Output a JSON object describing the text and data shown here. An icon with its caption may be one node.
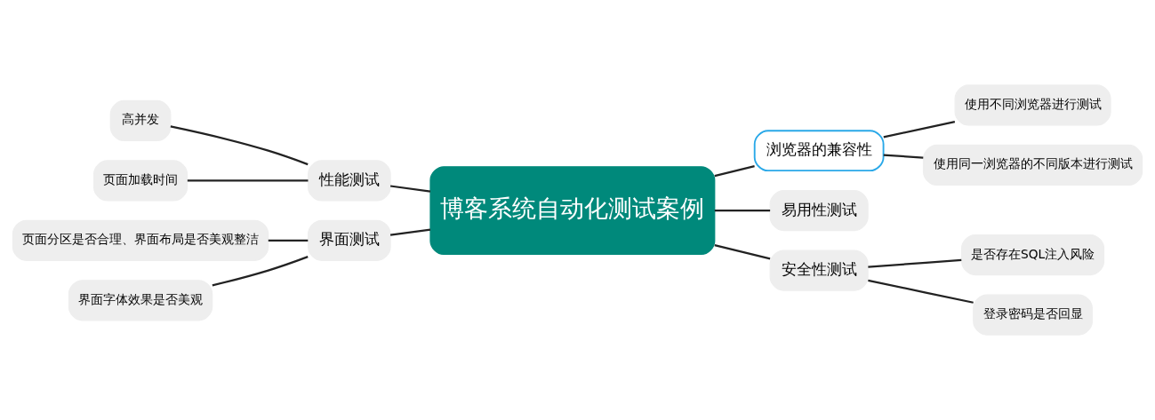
{
  "diagram": {
    "nodes": [
      {
        "text": [
          "博客系统自动化测试案例"
        ]
      },
      {
        "text": [
          "浏览器的兼容性"
        ]
      },
      {
        "text": [
          "使用不同浏览器进行测试"
        ]
      },
      {
        "text": [
          "使用同一浏览器的不同版本进行测试"
        ]
      },
      {
        "text": [
          "易用性测试"
        ]
      },
      {
        "text": [
          "安全性测试"
        ]
      },
      {
        "text": [
          "是否存在SQL注入风险"
        ]
      },
      {
        "text": [
          "登录密码是否回显"
        ]
      },
      {
        "text": [
          "性能测试"
        ]
      },
      {
        "text": [
          "高并发"
        ]
      },
      {
        "text": [
          "页面加载时间"
        ]
      },
      {
        "text": [
          "界面测试"
        ]
      },
      {
        "text": [
          "页面分区是否合理、界面布局是否美观整洁"
        ]
      },
      {
        "text": [
          "界面字体效果是否美观"
        ]
      }
    ],
    "edges": [
      {
        "from": 0,
        "to": 1,
        "arrow": "none"
      },
      {
        "from": 1,
        "to": 2,
        "arrow": "none"
      },
      {
        "from": 1,
        "to": 3,
        "arrow": "none"
      },
      {
        "from": 0,
        "to": 4,
        "arrow": "none"
      },
      {
        "from": 0,
        "to": 5,
        "arrow": "none"
      },
      {
        "from": 5,
        "to": 6,
        "arrow": "none"
      },
      {
        "from": 5,
        "to": 7,
        "arrow": "none"
      },
      {
        "from": 0,
        "to": 8,
        "arrow": "none"
      },
      {
        "from": 8,
        "to": 9,
        "arrow": "none"
      },
      {
        "from": 8,
        "to": 10,
        "arrow": "none"
      },
      {
        "from": 0,
        "to": 11,
        "arrow": "none"
      },
      {
        "from": 11,
        "to": 12,
        "arrow": "none"
      },
      {
        "from": 11,
        "to": 13,
        "arrow": "none"
      }
    ]
  }
}
